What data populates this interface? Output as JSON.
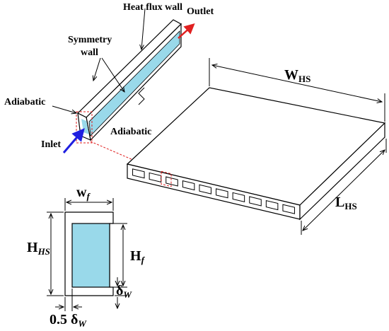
{
  "labels": {
    "heat_flux_wall": "Heat flux wall",
    "outlet": "Outlet",
    "symmetry_wall_line1": "Symmetry",
    "symmetry_wall_line2": "wall",
    "adiabatic_left": "Adiabatic",
    "adiabatic_bottom": "Adiabatic",
    "inlet": "Inlet"
  },
  "dimensions": {
    "w_hs": {
      "main": "W",
      "sub": "HS"
    },
    "l_hs": {
      "main": "L",
      "sub": "HS"
    },
    "w_f": {
      "main": "w",
      "sub": "f"
    },
    "h_hs": {
      "main": "H",
      "sub": "HS"
    },
    "h_f": {
      "main": "H",
      "sub": "f"
    },
    "delta_w": {
      "main": "δ",
      "sub": "W"
    },
    "half_delta_w": {
      "main": "0.5 δ",
      "sub": "W"
    }
  },
  "channel_count": 10,
  "colors": {
    "fluid": "#99d9ea",
    "inlet_arrow": "#1f1fe0",
    "outlet_arrow": "#e02020",
    "highlight": "#e02020",
    "line": "#000000"
  }
}
